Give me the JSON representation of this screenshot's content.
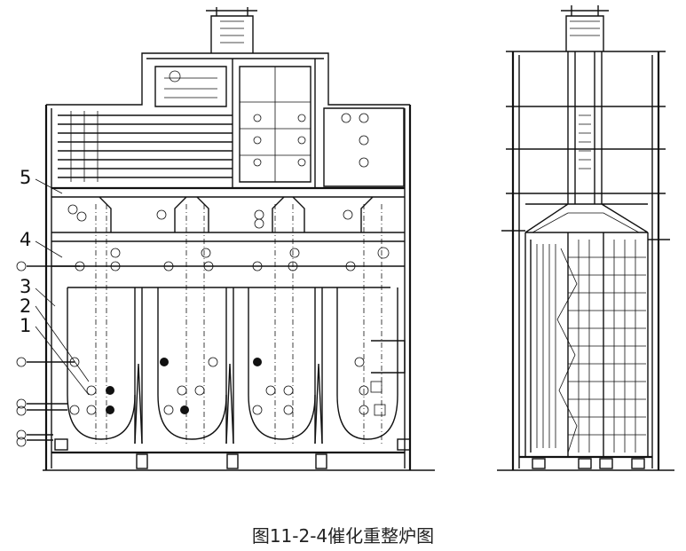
{
  "caption": "图11-2-4催化重整炉图",
  "callouts": [
    "5",
    "4",
    "3",
    "2",
    "1"
  ]
}
